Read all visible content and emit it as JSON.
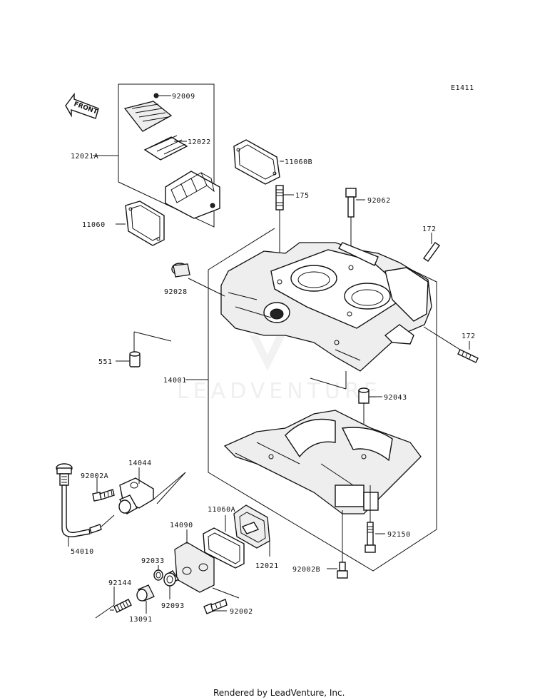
{
  "diagram_code": "E1411",
  "front_label": "FRONT",
  "watermark": "LEADVENTURE",
  "footer": "Rendered by LeadVenture, Inc.",
  "labels": {
    "p92009": "92009",
    "p12022": "12022",
    "p12021A": "12021A",
    "p11060B": "11060B",
    "p175": "175",
    "p92062": "92062",
    "p11060": "11060",
    "p172a": "172",
    "p92028": "92028",
    "p172b": "172",
    "p551": "551",
    "p14001": "14001",
    "p92043": "92043",
    "p14044": "14044",
    "p92002A": "92002A",
    "p54010": "54010",
    "p11060A": "11060A",
    "p14090": "14090",
    "p12021": "12021",
    "p92150": "92150",
    "p92033": "92033",
    "p92002B": "92002B",
    "p92144": "92144",
    "p92093": "92093",
    "p13091": "13091",
    "p92002": "92002"
  }
}
